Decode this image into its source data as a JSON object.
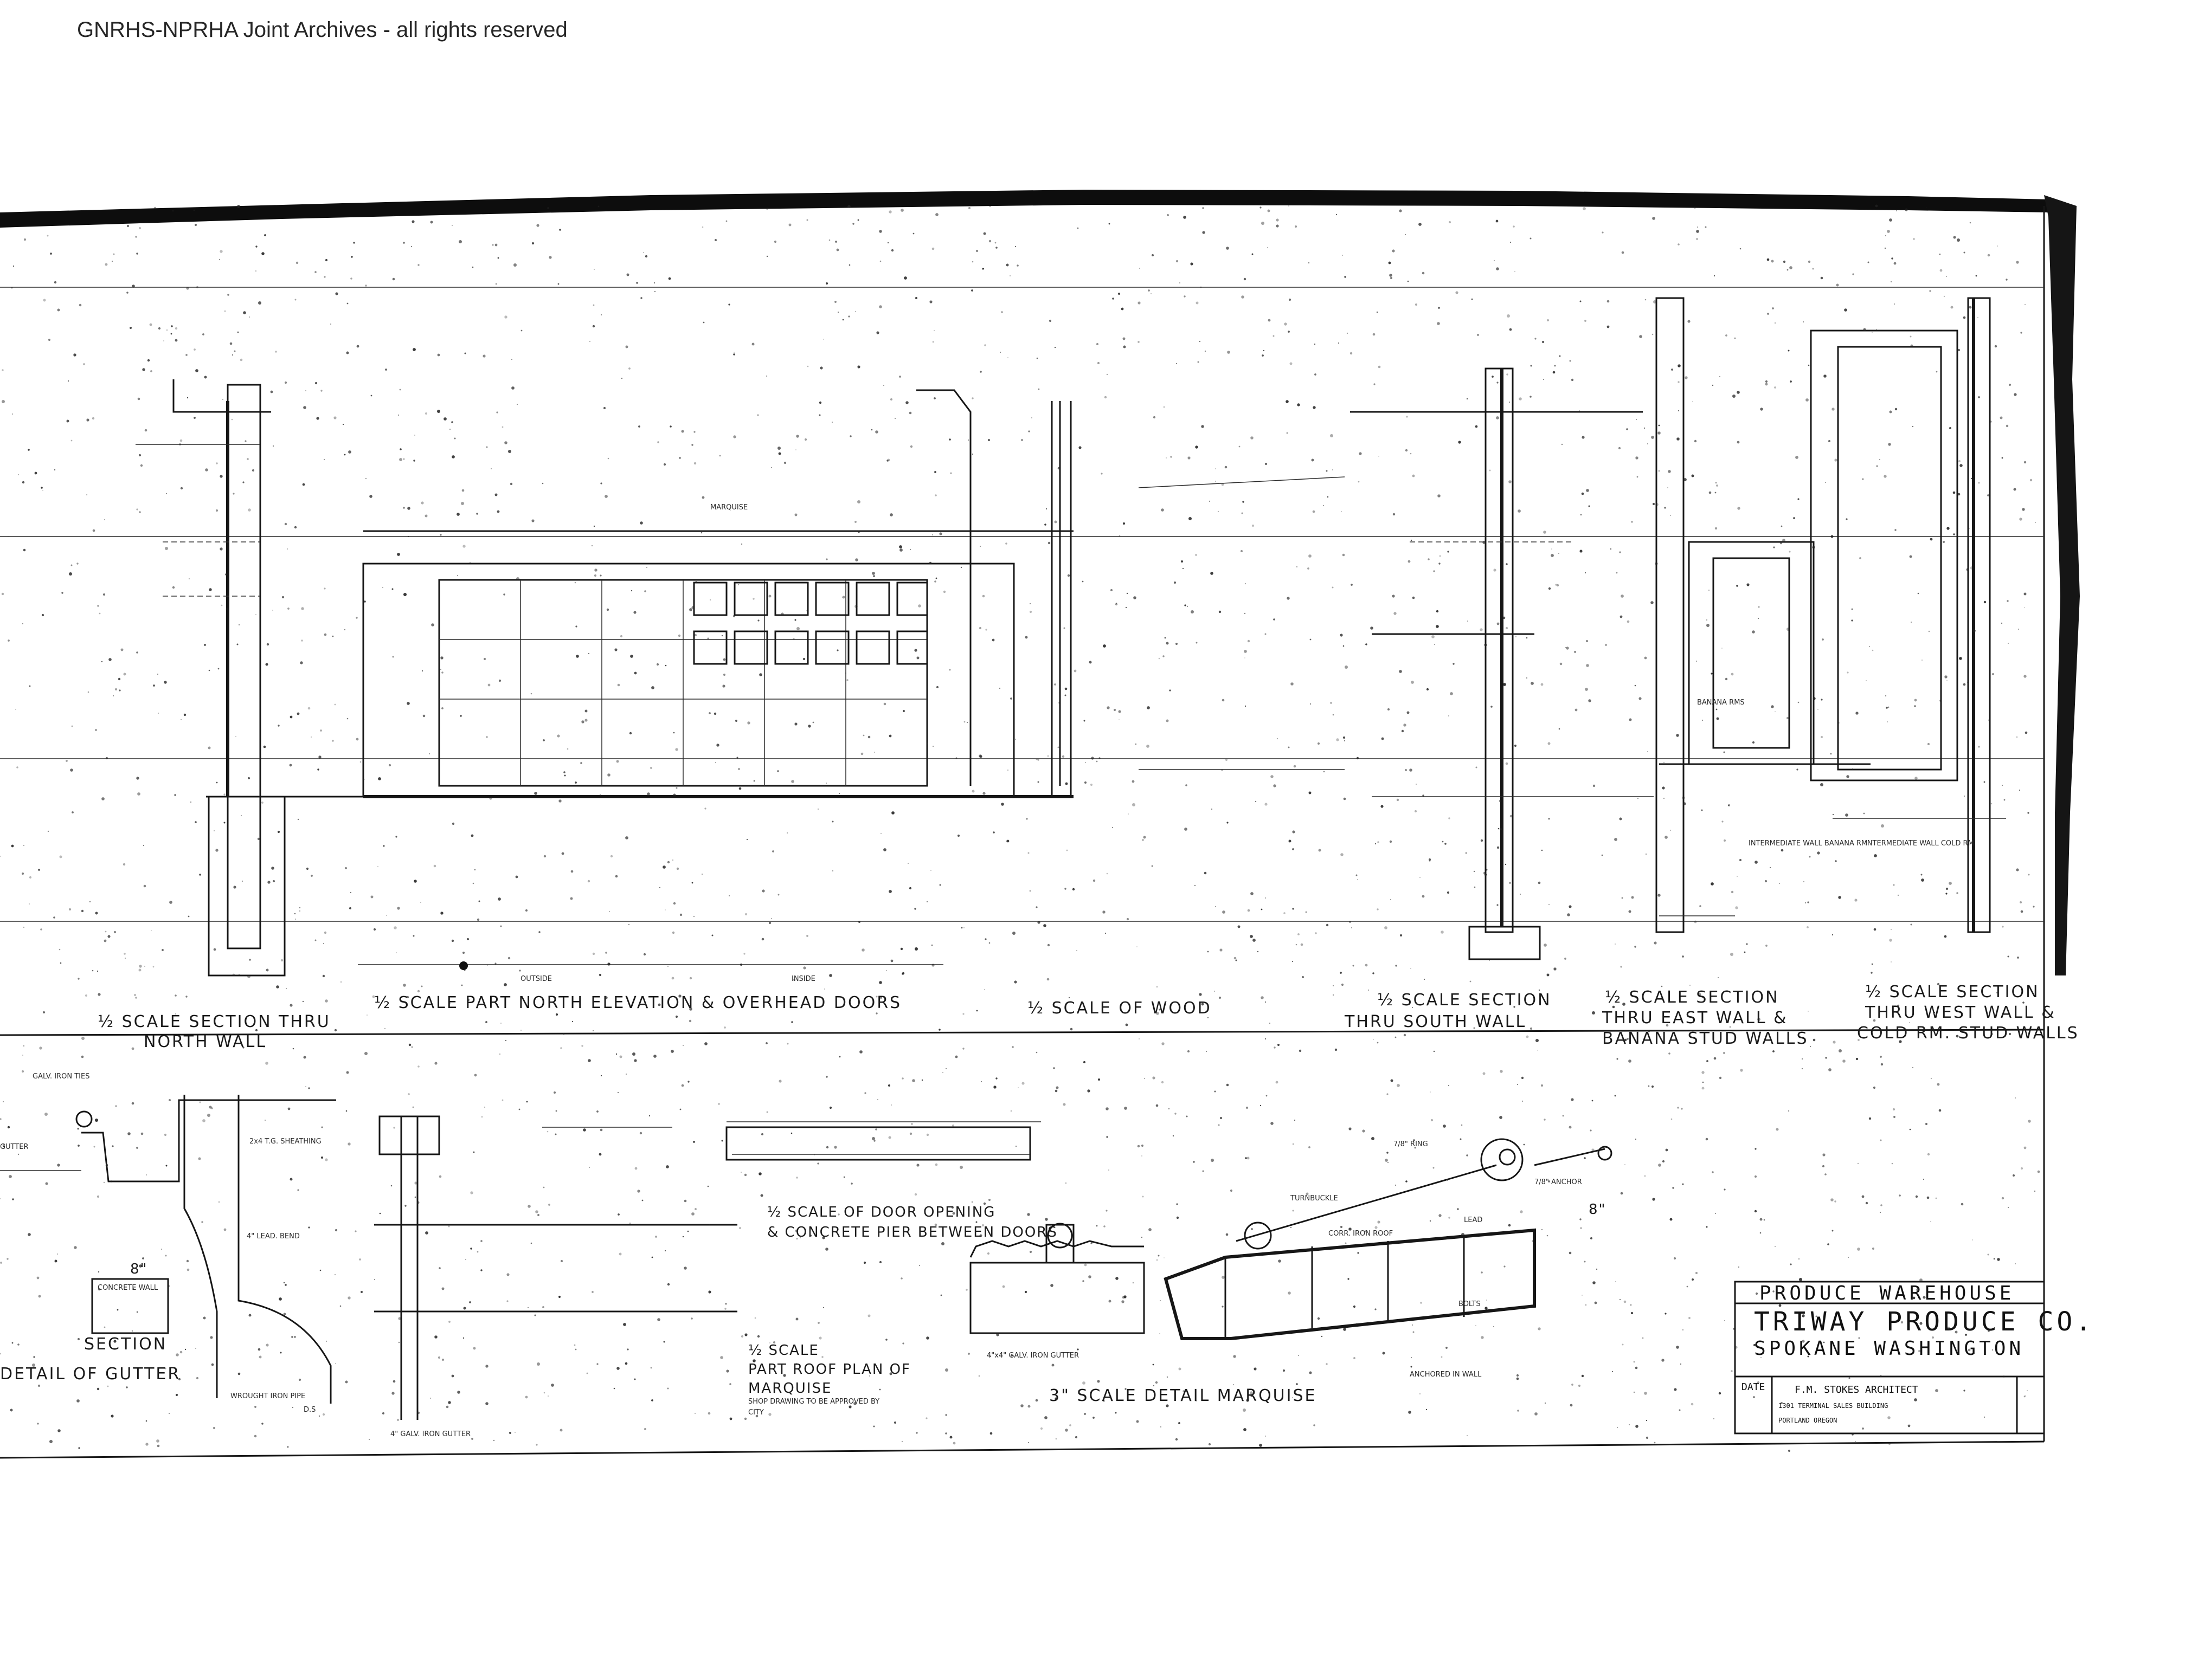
{
  "archive_notice": "GNRHS-NPRHA Joint Archives - all rights reserved",
  "detail_titles": {
    "section_north_wall": [
      "½ SCALE SECTION THRU",
      "NORTH WALL"
    ],
    "north_elevation": "½ SCALE PART NORTH ELEVATION & OVERHEAD DOORS",
    "wood": "½ SCALE OF WOOD",
    "south_wall": [
      "½ SCALE SECTION",
      "THRU SOUTH WALL"
    ],
    "east_wall": [
      "½ SCALE SECTION",
      "THRU EAST WALL &",
      "BANANA STUD WALLS"
    ],
    "west_wall": [
      "½ SCALE SECTION",
      "THRU WEST WALL &",
      "COLD RM. STUD WALLS"
    ],
    "gutter": [
      "SECTION",
      "DETAIL OF GUTTER"
    ],
    "door_opening": [
      "½ SCALE OF DOOR OPENING",
      "& CONCRETE PIER BETWEEN DOORS"
    ],
    "roof_plan": [
      "½ SCALE",
      "PART ROOF PLAN OF",
      "MARQUISE"
    ],
    "marquise": "3\" SCALE DETAIL MARQUISE"
  },
  "callouts": {
    "gutter": [
      "GALV. IRON TIES",
      "GUTTER",
      "2x4 T.G. SHEATHING",
      "4\" LEAD. BEND",
      "8\"",
      "CONCRETE WALL",
      "WROUGHT IRON PIPE",
      "D.S"
    ],
    "elevation": [
      "MARQUISE",
      "OUTSIDE",
      "INSIDE",
      "4\" GALV. IRON GUTTER"
    ],
    "marquise": [
      "7/8\" RING",
      "TURNBUCKLE",
      "7/8\" ANCHOR",
      "CORR. IRON ROOF",
      "LEAD",
      "BOLTS",
      "ANCHORED IN WALL",
      "4\"x4\" GALV. IRON GUTTER",
      "8\""
    ],
    "walls": [
      "BANANA RMS",
      "INTERMEDIATE WALL BANANA RM",
      "INTERMEDIATE WALL COLD RM"
    ],
    "roof_plan_note": [
      "SHOP DRAWING TO BE APPROVED BY",
      "CITY"
    ]
  },
  "title_block": {
    "title": "PRODUCE WAREHOUSE",
    "client": "TRIWAY PRODUCE CO.",
    "location": "SPOKANE WASHINGTON",
    "date_label": "DATE",
    "architect": "F.M. STOKES ARCHITECT",
    "office": "1301 TERMINAL SALES BUILDING",
    "city": "PORTLAND OREGON"
  },
  "colors": {
    "ink": "#111111",
    "paper": "#ffffff"
  }
}
